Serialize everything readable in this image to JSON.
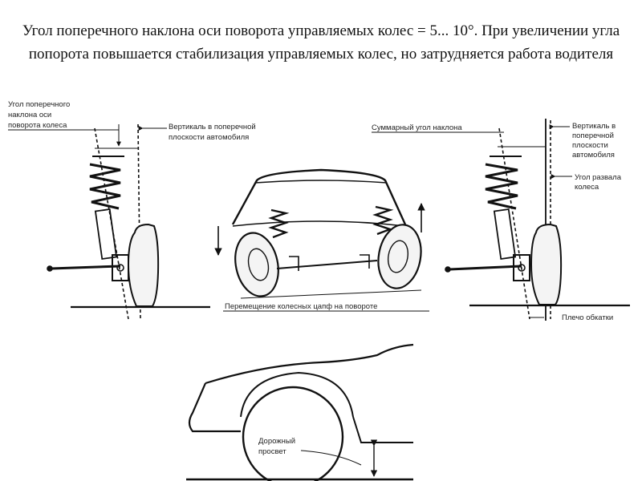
{
  "title": "Угол поперечного наклона оси поворота управляемых колес = 5... 10°. При увеличении угла попорота повышается стабилизация управляемых колес, но затрудняется работа водителя",
  "left_figure": {
    "label_kingpin": [
      "Угол поперечного",
      "наклона оси",
      "поворота колеса"
    ],
    "label_vertical": [
      "Вертикаль в поперечной",
      "плоскости автомобиля"
    ]
  },
  "center_figure": {
    "caption": "Перемещение колесных цапф на повороте"
  },
  "right_figure": {
    "label_total": "Суммарный угол наклона",
    "label_vertical": [
      "Вертикаль в",
      "поперечной",
      "плоскости",
      "автомобиля"
    ],
    "label_camber": [
      "Угол развала",
      "колеса"
    ],
    "label_scrub": "Плечо обкатки"
  },
  "bottom_figure": {
    "label_clearance": [
      "Дорожный",
      "просвет"
    ]
  }
}
